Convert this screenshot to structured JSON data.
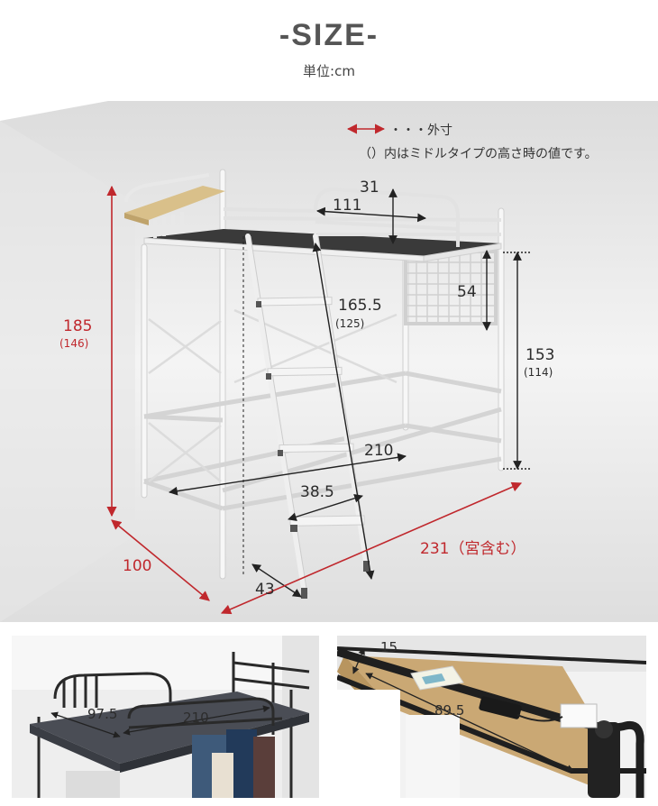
{
  "header": {
    "title": "-SIZE-",
    "unit": "単位:cm"
  },
  "legend": {
    "outer_label": "・・・外寸",
    "note": "（）内はミドルタイプの高さ時の値です。"
  },
  "dimensions": {
    "height_total": "185",
    "height_total_middle": "(146)",
    "depth": "100",
    "width": "231（宮含む）",
    "ladder_height": "165.5",
    "ladder_height_middle": "(125)",
    "floor_clearance": "153",
    "floor_clearance_middle": "(114)",
    "guard_height": "31",
    "guard_length": "111",
    "mesh_height": "54",
    "inner_length": "210",
    "ladder_width": "38.5",
    "ladder_offset": "43"
  },
  "photo_left": {
    "deck_width": "97.5",
    "deck_length": "210"
  },
  "photo_right": {
    "shelf_depth": "15",
    "shelf_length": "89.5"
  },
  "colors": {
    "outer_dimension": "#c0282d",
    "inner_dimension": "#222222",
    "panel_background": "#ececec",
    "frame": "#f4f4f4"
  }
}
